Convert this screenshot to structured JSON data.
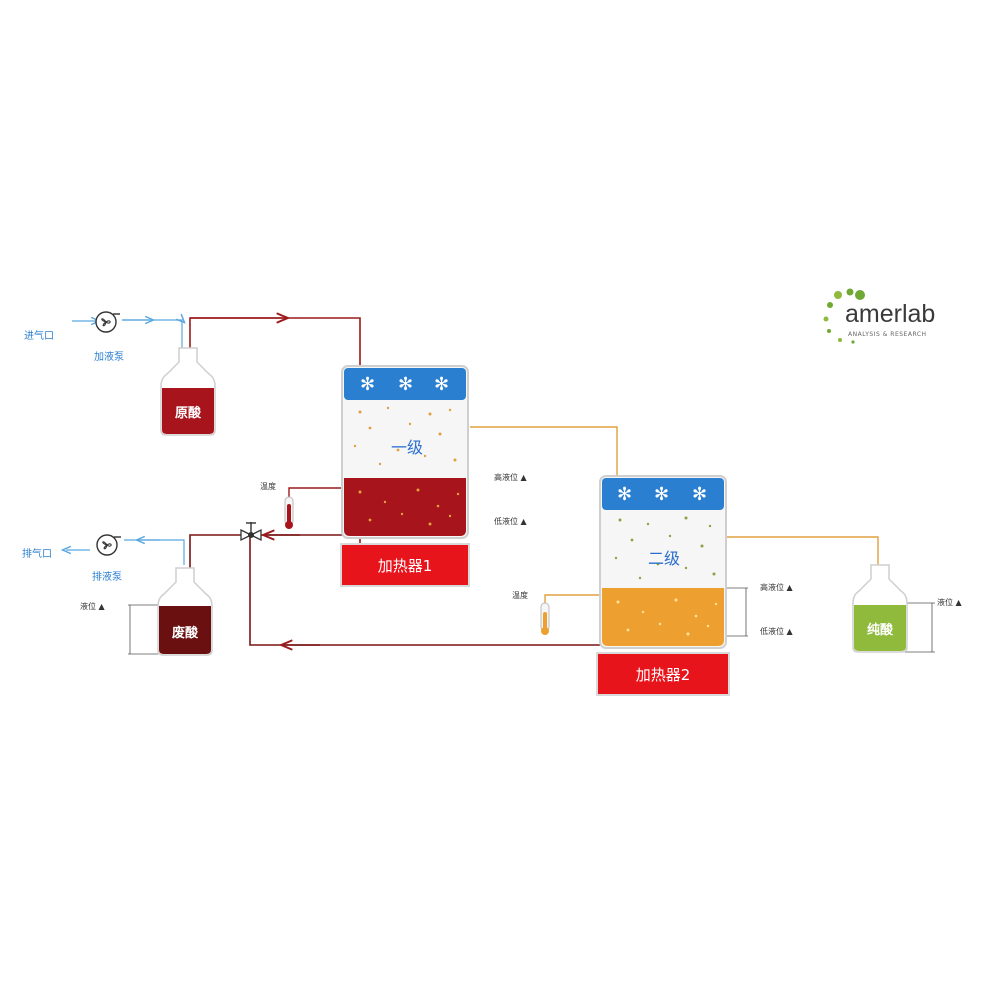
{
  "labels": {
    "inlet_port": "进气口",
    "feed_pump": "加液泵",
    "exhaust_port": "排气口",
    "drain_pump": "排液泵",
    "stage1": "一级",
    "stage2": "二级",
    "heater1": "加热器1",
    "heater2": "加热器2",
    "raw_acid": "原酸",
    "waste_acid": "废酸",
    "pure_acid": "纯酸",
    "thermometer1": "温度",
    "thermometer2": "温度",
    "level_waste": "液位 ▲",
    "level_pure": "液位 ▲",
    "s1_high": "高液位 ▲",
    "s1_low": "低液位 ▲",
    "s2_high": "高液位 ▲",
    "s2_low": "低液位 ▲"
  },
  "logo": {
    "word": "amerlab",
    "sub": "ANALYSIS & RESEARCH"
  },
  "colors": {
    "raw_acid": "#a8141b",
    "waste_acid": "#6a1010",
    "pure_acid": "#8fba3c",
    "stage1_liquid": "#a8141b",
    "stage2_liquid": "#eda030",
    "cooler": "#2b7fd0",
    "heater": "#e8141c",
    "pipe_red": "#9c1a1a",
    "pipe_orange": "#e0a040",
    "pipe_blue": "#5aa8e0",
    "logo_green": "#6fa832"
  },
  "icons": {
    "cooler_symbol": "snowflake",
    "pump": "pump-icon",
    "valve": "valve-icon",
    "thermometer": "thermometer-icon"
  }
}
